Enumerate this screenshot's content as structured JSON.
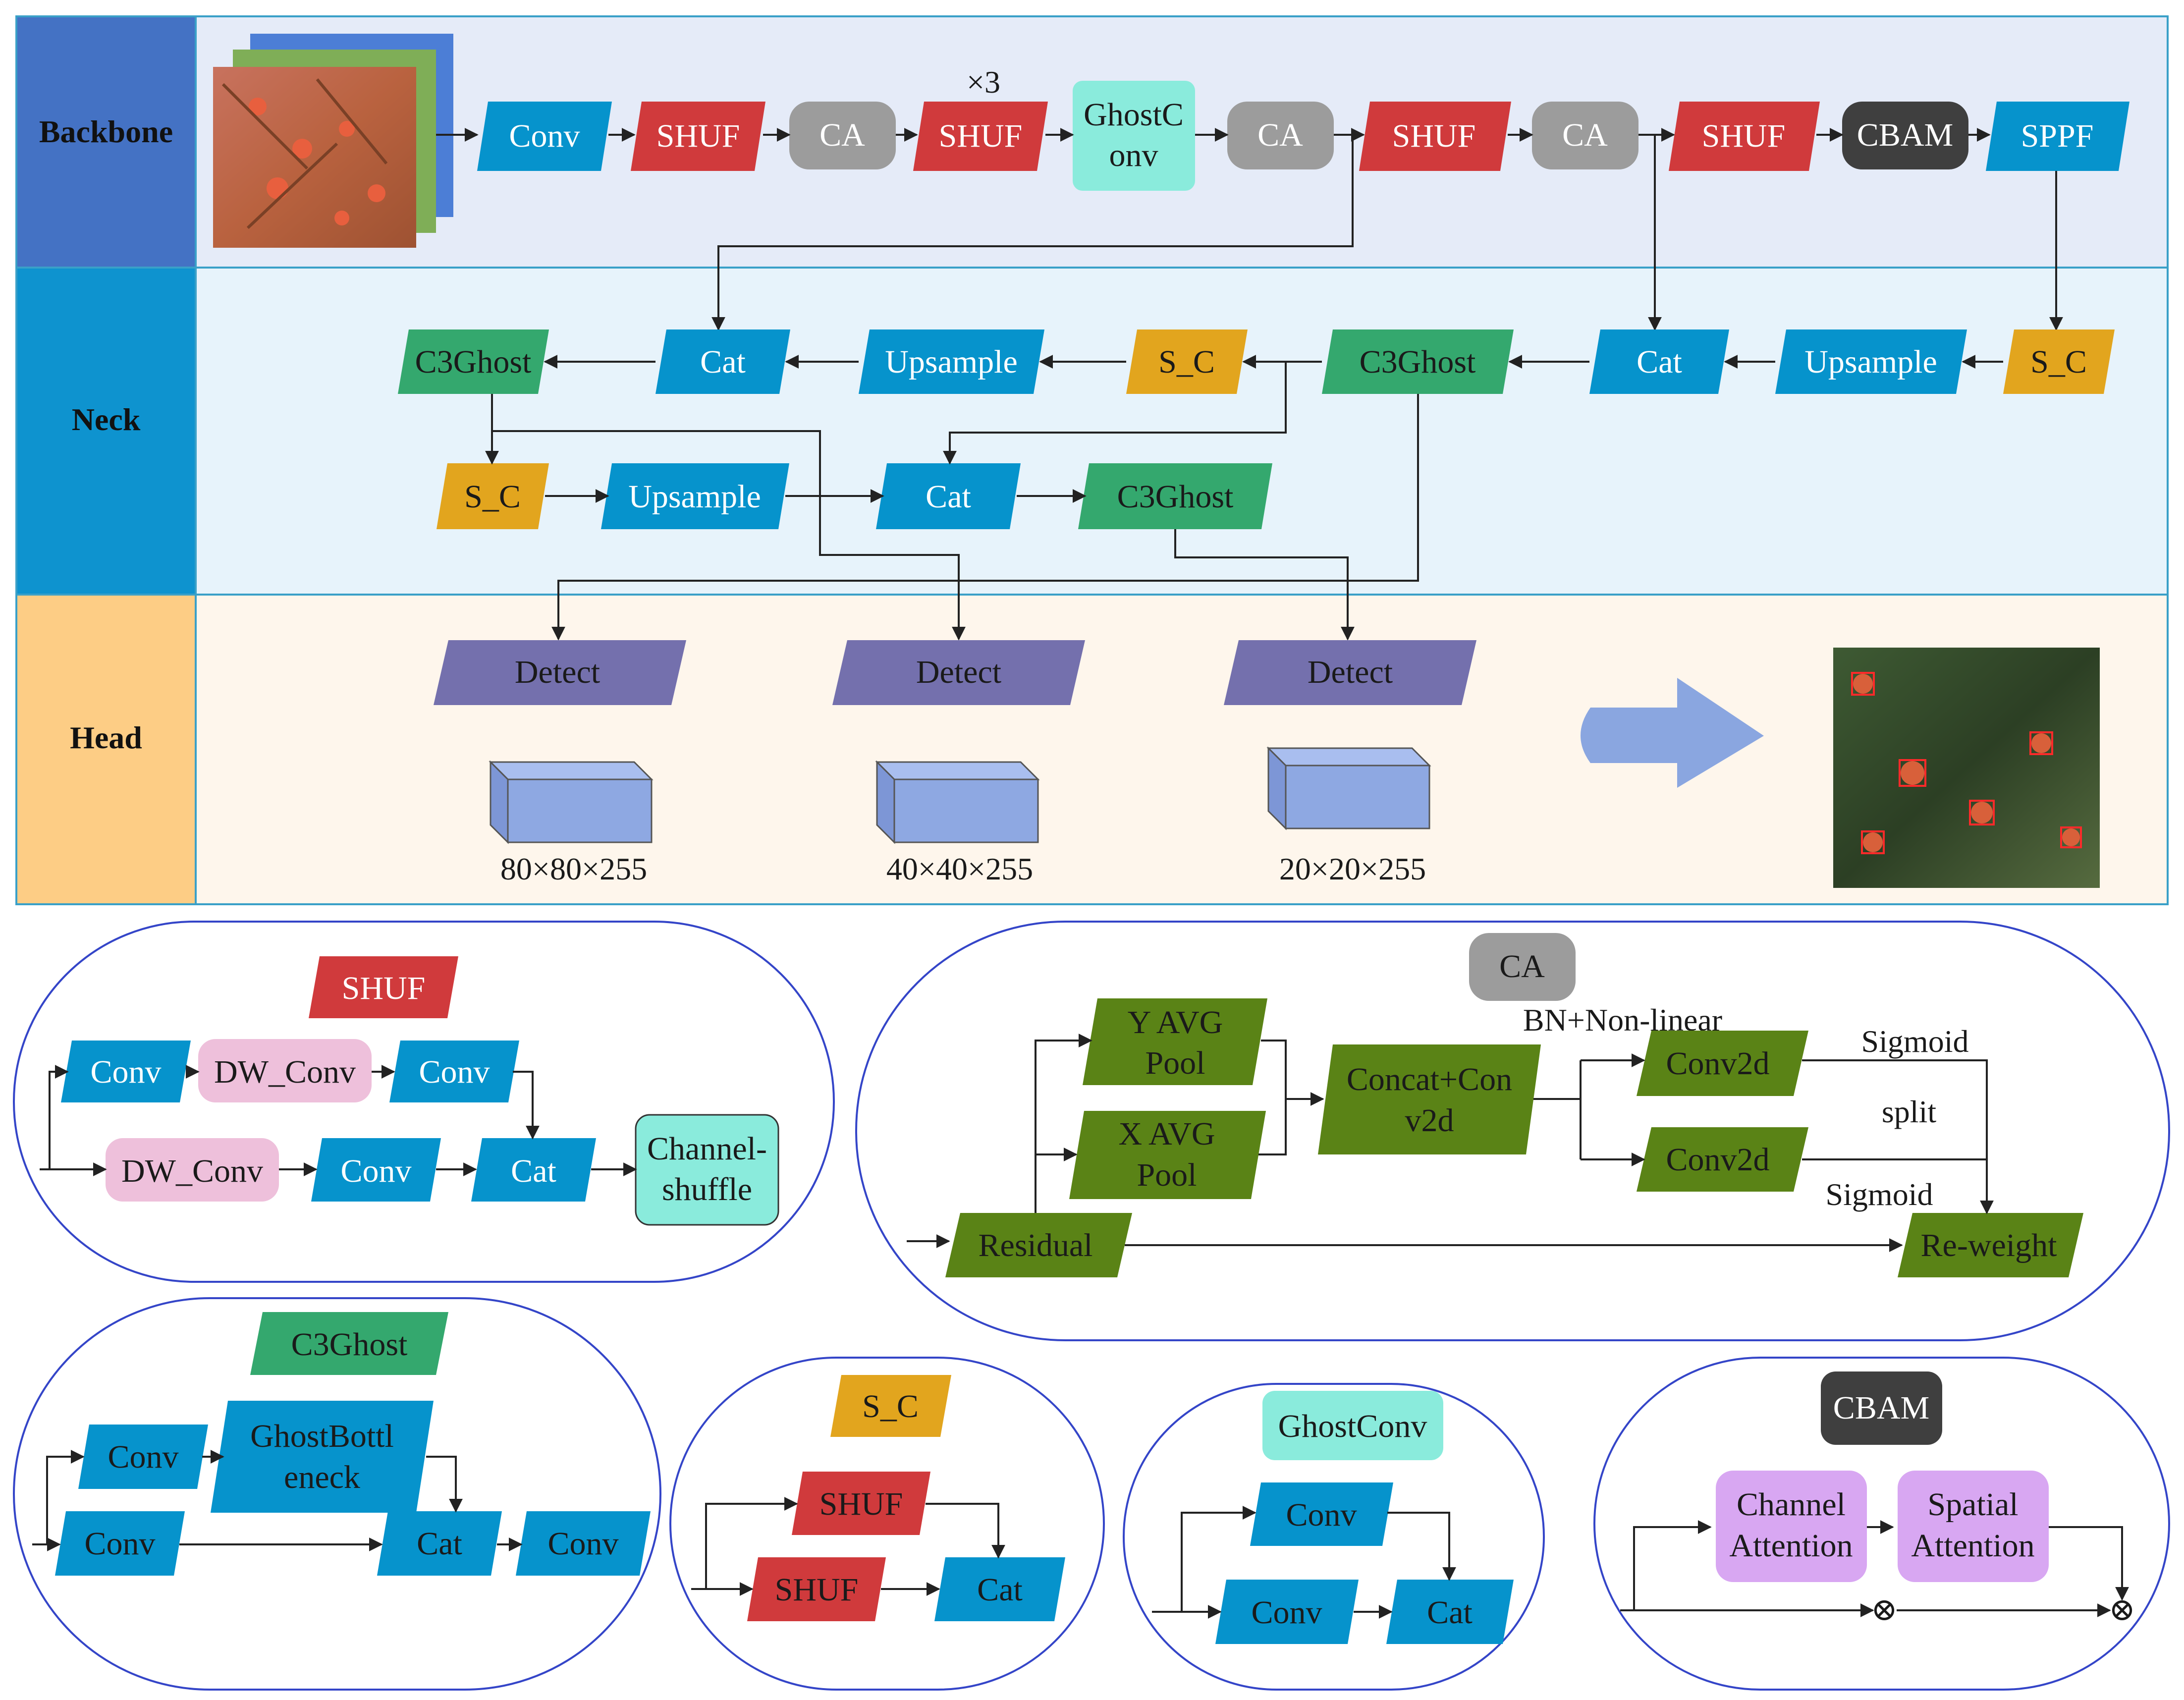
{
  "colors": {
    "conv_blue": "#0693CC",
    "shuf_red": "#D03A3C",
    "ca_gray": "#9C9C9C",
    "ghost_teal": "#8AEBDC",
    "cbam_dark": "#3F3F3F",
    "sc_yellow": "#E2A51E",
    "c3ghost_green": "#34A86E",
    "detect_purple": "#7470AD",
    "dw_pink": "#EEC0DB",
    "attn_violet": "#D8A7F2",
    "ca_green": "#5A8316",
    "backbone_bg": "#E5EBF8",
    "neck_bg": "#E7F3FB",
    "head_bg": "#FEF6EC",
    "backbone_tab": "#4472C4",
    "neck_tab": "#0E93CF",
    "head_tab": "#FDCD85"
  },
  "sections": {
    "backbone": "Backbone",
    "neck": "Neck",
    "head": "Head"
  },
  "backbone": {
    "repeat": "×3",
    "blocks": [
      "Conv",
      "SHUF",
      "CA",
      "SHUF",
      "GhostC",
      "onv",
      "CA",
      "SHUF",
      "CA",
      "SHUF",
      "CBAM",
      "SPPF"
    ]
  },
  "neck": {
    "row1": [
      "C3Ghost",
      "Cat",
      "Upsample",
      "S_C",
      "C3Ghost",
      "Cat",
      "Upsample",
      "S_C"
    ],
    "row2": [
      "S_C",
      "Upsample",
      "Cat",
      "C3Ghost"
    ]
  },
  "head": {
    "detect": [
      "Detect",
      "Detect",
      "Detect"
    ],
    "sizes": [
      "80×80×255",
      "40×40×255",
      "20×20×255"
    ]
  },
  "modules": {
    "shuf": {
      "title": "SHUF",
      "conv_a": "Conv",
      "dw_a": "DW_Conv",
      "conv_b": "Conv",
      "dw_b": "DW_Conv",
      "conv_c": "Conv",
      "cat": "Cat",
      "shuffle": [
        "Channel-",
        "shuffle"
      ]
    },
    "ca": {
      "title": "CA",
      "ypool": [
        "Y AVG",
        "Pool"
      ],
      "xpool": [
        "X AVG",
        "Pool"
      ],
      "concat": [
        "Concat+Con",
        "v2d"
      ],
      "bn": "BN+Non-linear",
      "conv2d": [
        "Conv2d",
        "Conv2d"
      ],
      "sigmoid": [
        "Sigmoid",
        "Sigmoid"
      ],
      "split": "split",
      "residual": "Residual",
      "reweight": "Re-weight"
    },
    "c3ghost": {
      "title": "C3Ghost",
      "conv_a": "Conv",
      "bottleneck": [
        "GhostBottl",
        "eneck"
      ],
      "conv_b": "Conv",
      "cat": "Cat",
      "conv_c": "Conv"
    },
    "sc": {
      "title": "S_C",
      "shuf_a": "SHUF",
      "shuf_b": "SHUF",
      "cat": "Cat"
    },
    "ghostconv": {
      "title": "GhostConv",
      "conv_a": "Conv",
      "conv_b": "Conv",
      "cat": "Cat"
    },
    "cbam": {
      "title": "CBAM",
      "channel": [
        "Channel",
        "Attention"
      ],
      "spatial": [
        "Spatial",
        "Attention"
      ],
      "mult": [
        "⊗",
        "⊗"
      ]
    }
  }
}
